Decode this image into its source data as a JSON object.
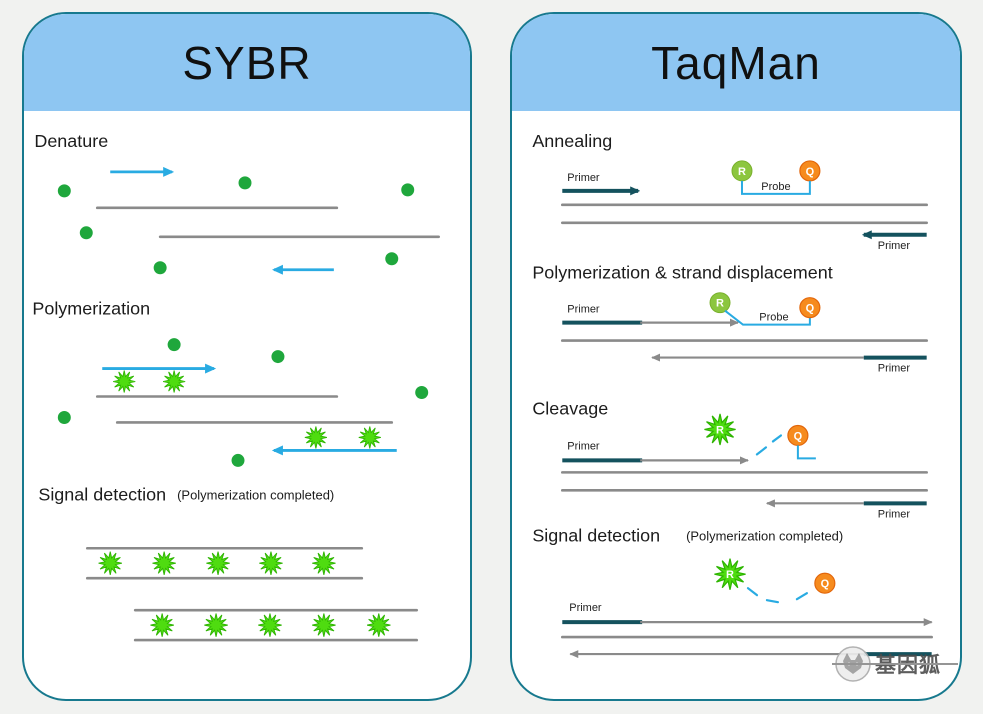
{
  "figure": {
    "background": "#f1f2f0"
  },
  "sybr": {
    "title": "SYBR",
    "labels": {
      "denature": "Denature",
      "polymerization": "Polymerization",
      "signal": "Signal detection",
      "signal_note": "(Polymerization completed)"
    }
  },
  "taqman": {
    "title": "TaqMan",
    "labels": {
      "annealing": "Annealing",
      "polymerization": "Polymerization & strand displacement",
      "cleavage": "Cleavage",
      "signal": "Signal detection",
      "signal_note": "(Polymerization completed)"
    },
    "primer": "Primer",
    "probe": "Probe",
    "reporter": "R",
    "quencher": "Q"
  },
  "watermark": {
    "text": "基因狐"
  },
  "colors": {
    "header_blue": "#8ec6f2",
    "panel_border": "#17798e",
    "strand_gray": "#8a8a8a",
    "arrow_blue": "#29abe2",
    "primer_dark": "#14525e",
    "dye_green": "#1fa73c",
    "burst_green": "#4fdc10",
    "reporter_green": "#8cc63f",
    "quencher_orange": "#f68b1e"
  }
}
